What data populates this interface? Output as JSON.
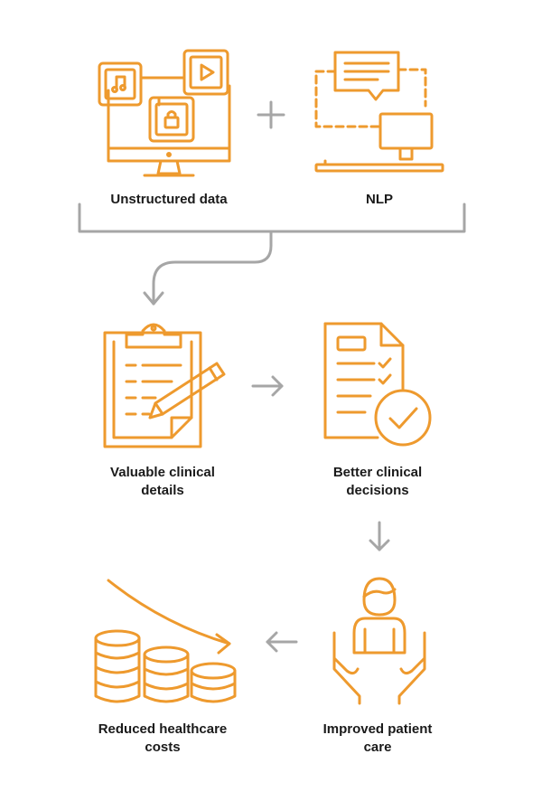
{
  "colors": {
    "accent": "#EE9A2E",
    "connector": "#A6A6A6",
    "text": "#1A1A1A"
  },
  "steps": [
    {
      "id": "unstructured",
      "label": [
        "Unstructured data"
      ],
      "icon": "computer-media-files-icon"
    },
    {
      "id": "nlp",
      "label": [
        "NLP"
      ],
      "icon": "chat-computer-icon"
    },
    {
      "id": "valuable",
      "label": [
        "Valuable clinical",
        "details"
      ],
      "icon": "clipboard-pencil-icon"
    },
    {
      "id": "better",
      "label": [
        "Better clinical",
        "decisions"
      ],
      "icon": "document-checkmark-icon"
    },
    {
      "id": "improved",
      "label": [
        "Improved patient",
        "care"
      ],
      "icon": "patient-hands-icon"
    },
    {
      "id": "reduced",
      "label": [
        "Reduced healthcare",
        "costs"
      ],
      "icon": "coin-stacks-decrease-icon"
    }
  ],
  "connectors": [
    "plus-sign",
    "merge-bracket-arrow-down",
    "arrow-right",
    "arrow-down",
    "arrow-left"
  ]
}
